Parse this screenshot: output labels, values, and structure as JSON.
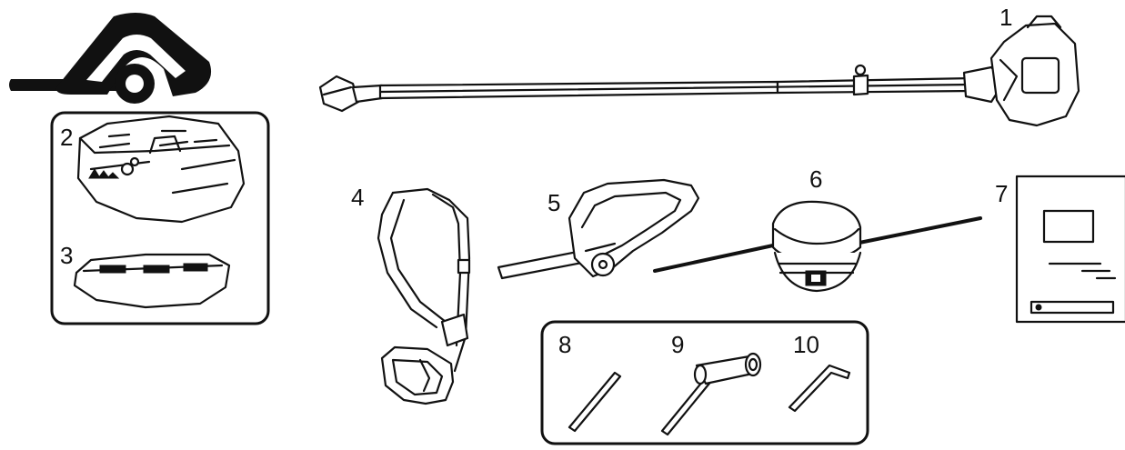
{
  "parts": [
    {
      "id": "1",
      "label": "1"
    },
    {
      "id": "2",
      "label": "2"
    },
    {
      "id": "3",
      "label": "3"
    },
    {
      "id": "4",
      "label": "4"
    },
    {
      "id": "5",
      "label": "5"
    },
    {
      "id": "6",
      "label": "6"
    },
    {
      "id": "7",
      "label": "7"
    },
    {
      "id": "8",
      "label": "8"
    },
    {
      "id": "9",
      "label": "9"
    },
    {
      "id": "10",
      "label": "10"
    }
  ],
  "colors": {
    "line": "#111111",
    "background": "#ffffff"
  }
}
